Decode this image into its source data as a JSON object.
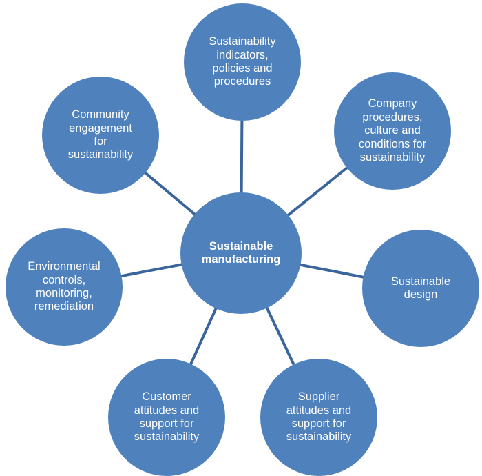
{
  "diagram": {
    "type": "radial-cycle",
    "center": {
      "id": "sustainable-manufacturing",
      "label": "Sustainable\nmanufacturing"
    },
    "nodes": [
      {
        "id": "sustainability-indicators",
        "position": "top",
        "label": "Sustainability\nindicators,\npolicies and\nprocedures"
      },
      {
        "id": "company-procedures",
        "position": "top-right",
        "label": "Company\nprocedures,\nculture and\nconditions for\nsustainability"
      },
      {
        "id": "sustainable-design",
        "position": "right",
        "label": "Sustainable\ndesign"
      },
      {
        "id": "supplier-attitudes",
        "position": "bottom-right",
        "label": "Supplier\nattitudes and\nsupport for\nsustainability"
      },
      {
        "id": "customer-attitudes",
        "position": "bottom-left",
        "label": "Customer\nattitudes and\nsupport for\nsustainability"
      },
      {
        "id": "environmental-controls",
        "position": "left",
        "label": "Environmental\ncontrols,\nmonitoring,\nremediation"
      },
      {
        "id": "community-engagement",
        "position": "top-left",
        "label": "Community\nengagement\nfor\nsustainability"
      }
    ],
    "colors": {
      "node_fill": "#4f81bd",
      "connector": "#3a659c",
      "text": "#ffffff",
      "background": "#ffffff"
    }
  }
}
